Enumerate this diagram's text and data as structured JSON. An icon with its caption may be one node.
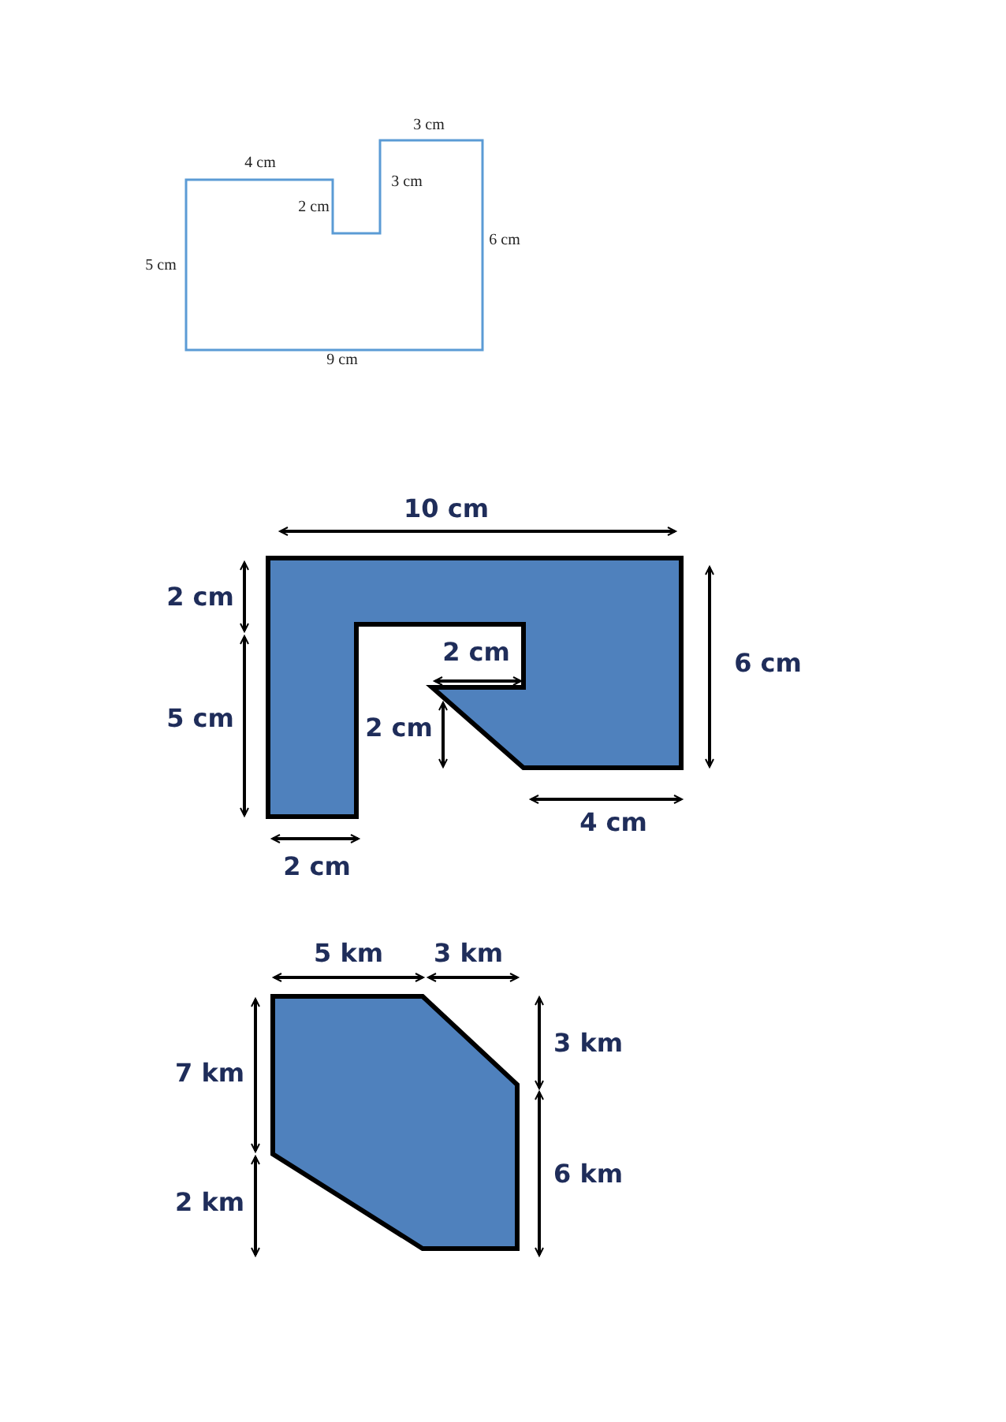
{
  "diagram": {
    "labels": [
      "3 cm",
      "4 cm",
      "3 cm",
      "2 cm",
      "6 cm",
      "5 cm",
      "9 cm",
      "10 cm",
      "2 cm",
      "2 cm",
      "6 cm",
      "5 cm",
      "2 cm",
      "4 cm",
      "2 cm",
      "5 km",
      "3 km",
      "3 km",
      "7 km",
      "6 km",
      "2 km"
    ]
  }
}
